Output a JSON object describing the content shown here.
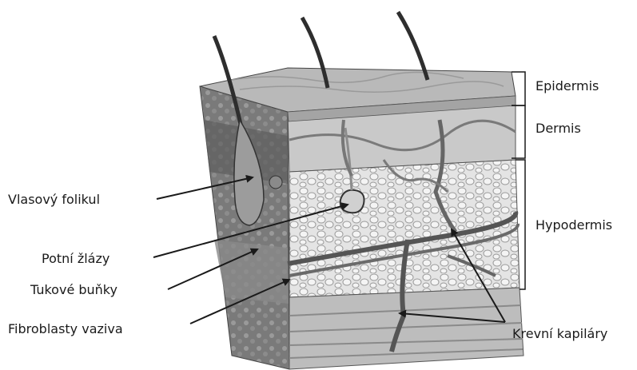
{
  "labels": {
    "epidermis": "Epidermis",
    "dermis": "Dermis",
    "hypodermis": "Hypodermis",
    "hair_follicle": "Vlasový folikul",
    "sweat_glands": "Potní žlázy",
    "fat_cells": "Tukové buňky",
    "fibroblasts": "Fibroblasty vaziva",
    "capillaries": "Krevní kapiláry"
  },
  "colors": {
    "line": "#1a1a1a",
    "epidermis_top": "#b9b9b9",
    "dermis": "#c9c9c9",
    "hypodermis": "#d6d6d6",
    "side_face": "#6f6f6f",
    "vessel": "#555555",
    "hair": "#2e2e2e"
  }
}
